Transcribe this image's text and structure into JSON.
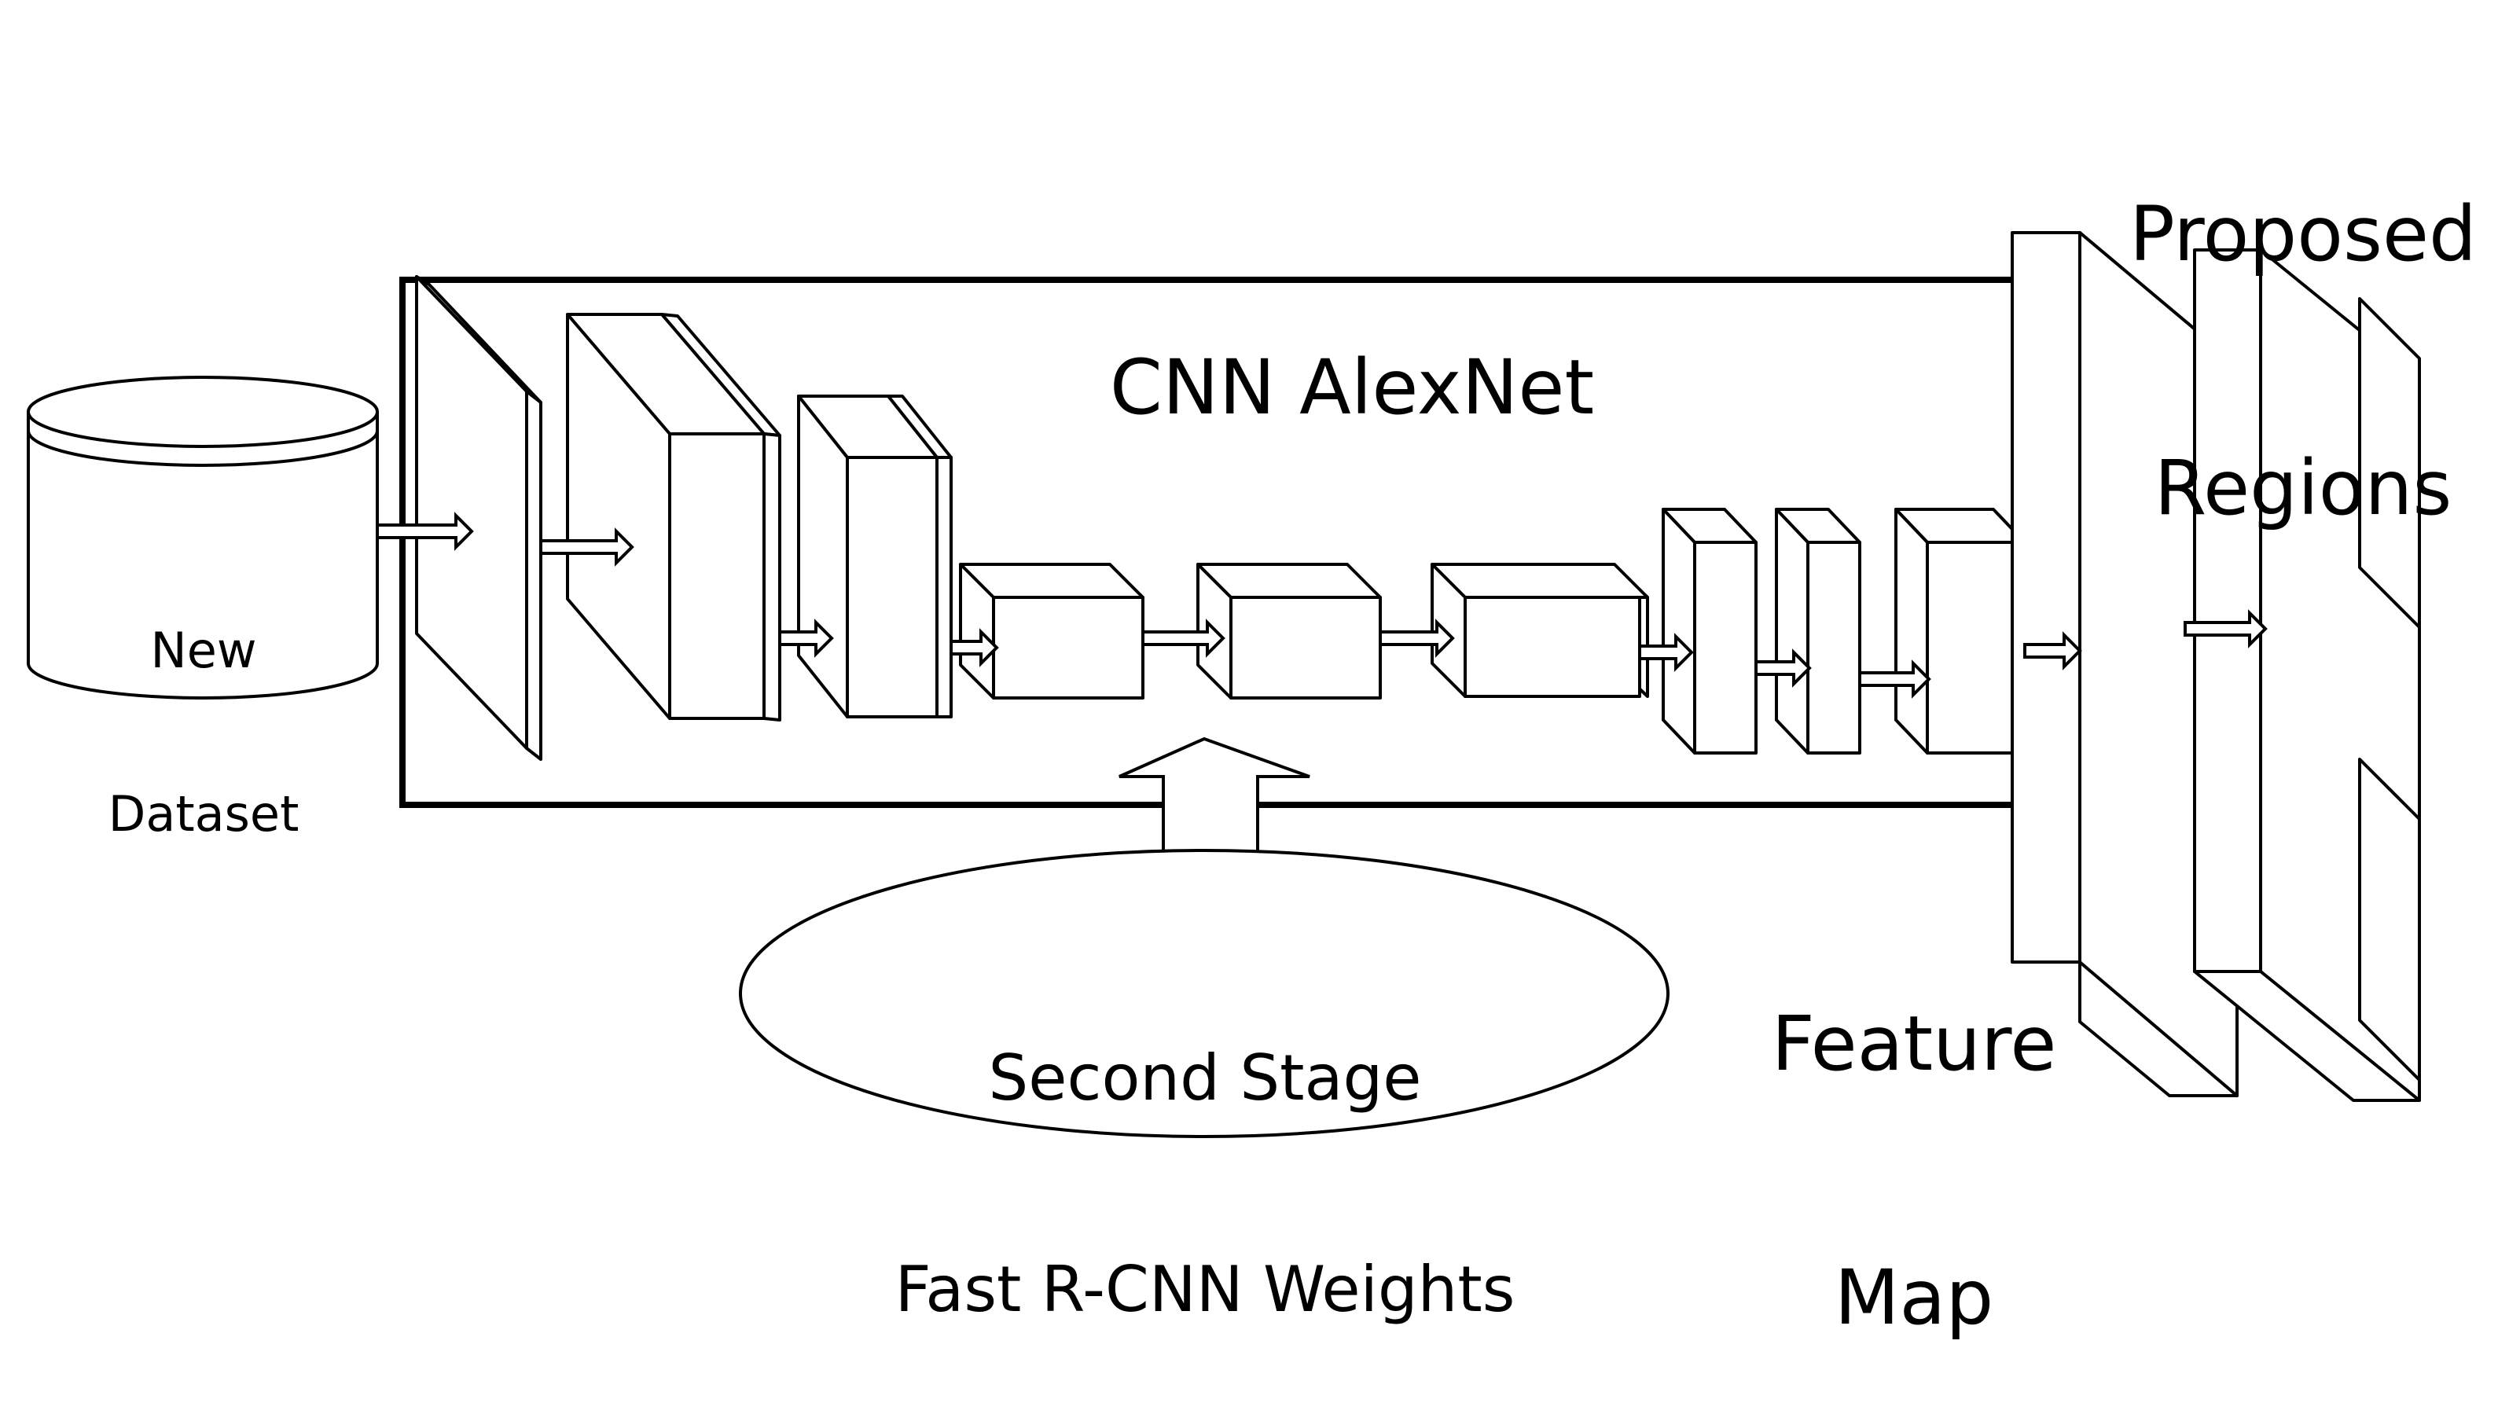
{
  "labels": {
    "dataset": [
      "New",
      "Dataset"
    ],
    "cnn_title": "CNN AlexNet",
    "weights": [
      "Second Stage",
      "Fast R-CNN Weights"
    ],
    "feature_map": [
      "Feature",
      "Map"
    ],
    "proposed_regions": [
      "Proposed",
      "Regions"
    ]
  },
  "colors": {
    "stroke": "#000000",
    "fill": "#ffffff"
  }
}
